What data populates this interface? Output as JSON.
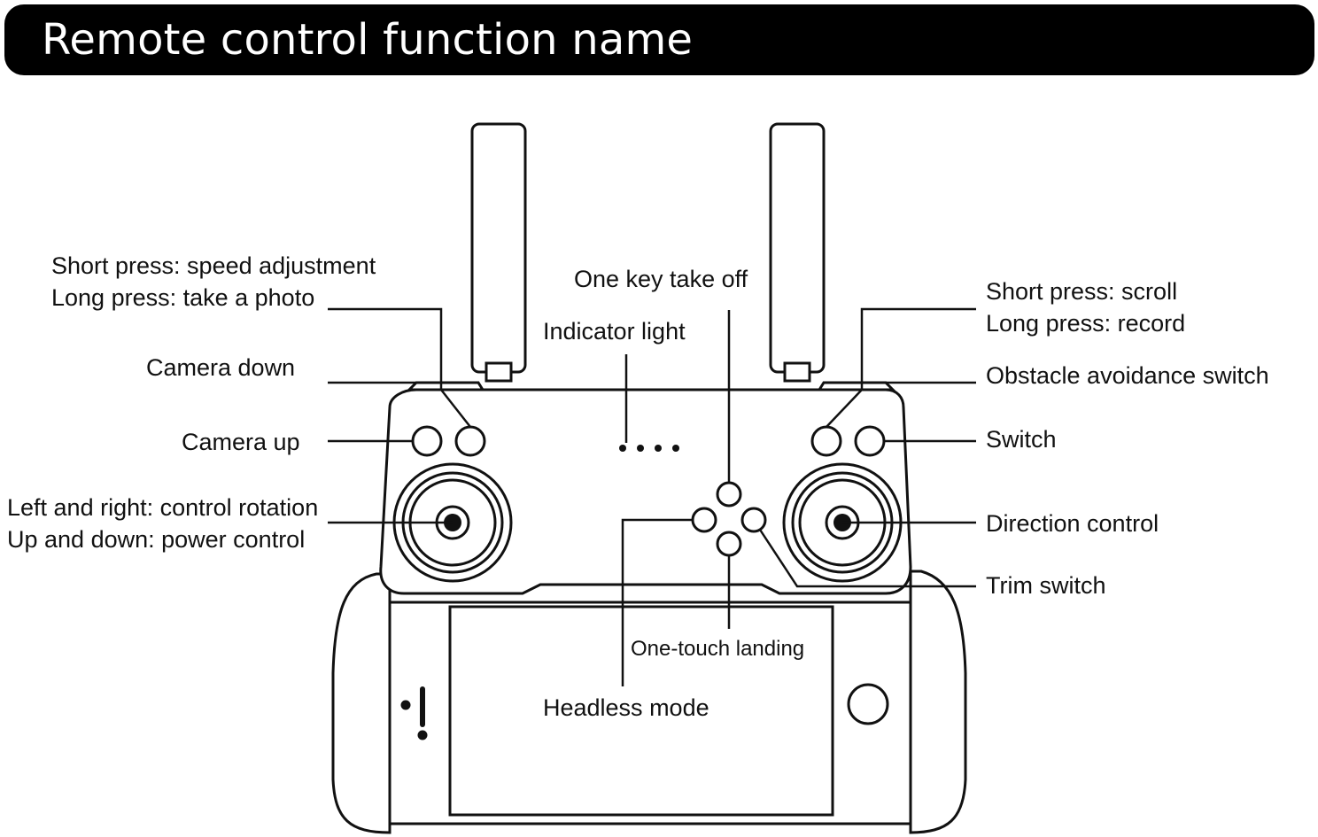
{
  "title": "Remote control function name",
  "labels": {
    "speed_short": "Short press: speed adjustment",
    "speed_long": "Long press: take a photo",
    "camera_down": "Camera down",
    "camera_up": "Camera up",
    "rotation": "Left and right: control rotation",
    "power": "Up and down: power control",
    "one_key_takeoff": "One key take off",
    "indicator_light": "Indicator light",
    "one_touch_landing": "One-touch landing",
    "headless_mode": "Headless mode",
    "scroll_short": "Short press: scroll",
    "record_long": "Long press: record",
    "obstacle_avoidance": "Obstacle avoidance switch",
    "switch": "Switch",
    "direction_control": "Direction control",
    "trim_switch": "Trim switch"
  }
}
